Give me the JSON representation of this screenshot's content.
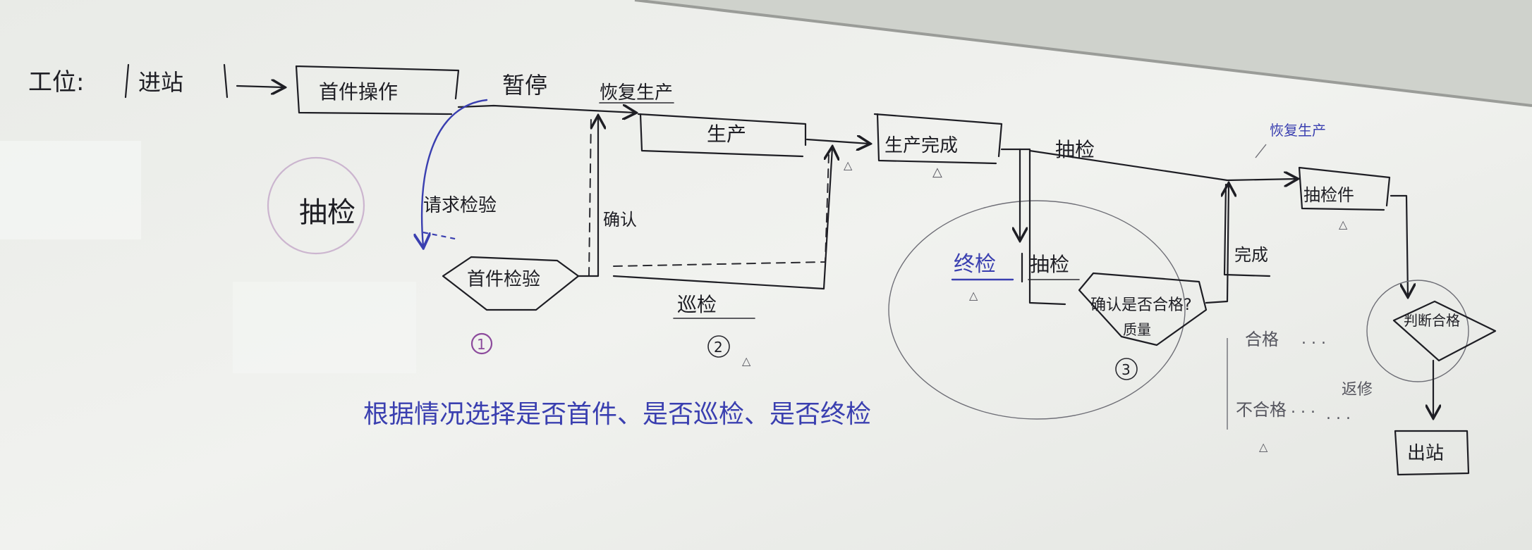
{
  "diagram": {
    "label_prefix": "工位:",
    "start_node": "进站",
    "nodes": {
      "first_article_op": "首件操作",
      "production": "生产",
      "production_done": "生产完成",
      "first_article_inspect": "首件检验",
      "final_inspect": "终检",
      "sampling": "抽检",
      "confirm_qualified": "确认是否合格?",
      "confirm_sub": "质量",
      "sample_item": "抽检件",
      "judge_qualified": "判断合格",
      "exit_station": "出站"
    },
    "edge_labels": {
      "pause": "暂停",
      "resume_production": "恢复生产",
      "request_inspect": "请求检验",
      "confirm": "确认",
      "patrol_inspect": "巡检",
      "sampling_top": "抽检",
      "complete": "完成",
      "resume_top_right": "恢复生产",
      "qualified": "合格",
      "unqualified": "不合格",
      "rework": "返修"
    },
    "side_labels": {
      "sampling_left": "抽检"
    },
    "markers": [
      "1",
      "2",
      "3"
    ],
    "note": "根据情况选择是否首件、是否巡检、是否终检",
    "colors": {
      "ink": "#1e1e24",
      "blue_marker": "#3a3fb0",
      "purple_marker": "#8c4a9c",
      "board": "#eef0ec"
    }
  }
}
